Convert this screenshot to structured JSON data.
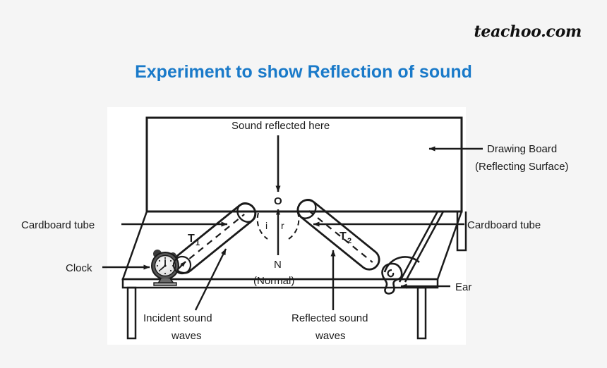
{
  "watermark": {
    "text": "teachoo.com"
  },
  "title": {
    "text": "Experiment to show Reflection of sound",
    "color": "#1a7ac9"
  },
  "figure": {
    "labels": {
      "sound_reflected_here": "Sound reflected here",
      "drawing_board_line1": "Drawing Board",
      "drawing_board_line2": "(Reflecting Surface)",
      "cardboard_tube_left": "Cardboard tube",
      "cardboard_tube_right": "Cardboard tube",
      "clock": "Clock",
      "ear": "Ear",
      "incident_line1": "Incident sound",
      "incident_line2": "waves",
      "reflected_line1": "Reflected sound",
      "reflected_line2": "waves",
      "point_o": "O",
      "normal_n": "N",
      "normal_paren": "(Normal)",
      "angle_incidence": "i",
      "angle_reflection": "r",
      "tube_left": "T",
      "tube_left_sub": "1",
      "tube_right": "T",
      "tube_right_sub": "2"
    },
    "colors": {
      "ink": "#1a1a1a",
      "paper": "#ffffff",
      "page_background": "#f5f5f5",
      "clock_body": "#4a4a4a",
      "clock_face": "#f0f0f0"
    }
  }
}
